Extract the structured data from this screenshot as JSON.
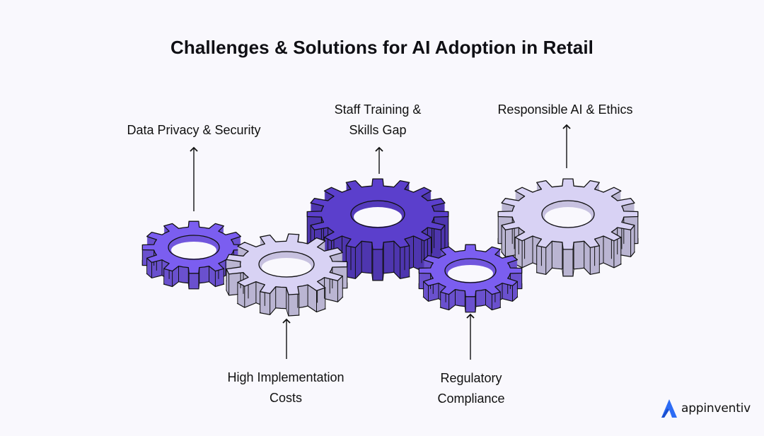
{
  "title": "Challenges & Solutions for AI Adoption in Retail",
  "challenges": {
    "data_privacy": {
      "lines": [
        "Data Privacy & Security"
      ]
    },
    "staff_training": {
      "lines": [
        "Staff Training &",
        "Skills Gap"
      ]
    },
    "responsible_ai": {
      "lines": [
        "Responsible AI & Ethics"
      ]
    },
    "implementation_costs": {
      "lines": [
        "High Implementation",
        "Costs"
      ]
    },
    "regulatory": {
      "lines": [
        "Regulatory",
        "Compliance"
      ]
    }
  },
  "colors": {
    "dark_purple": "#5b3fcc",
    "medium_purple": "#7b5ef0",
    "light_lavender": "#d8d2f4",
    "outline": "#111111",
    "background": "#f9f8fd",
    "logo_blue": "#2d6cf5"
  },
  "logo": {
    "text": "appinventiv",
    "icon": "appinventiv-a-icon"
  }
}
